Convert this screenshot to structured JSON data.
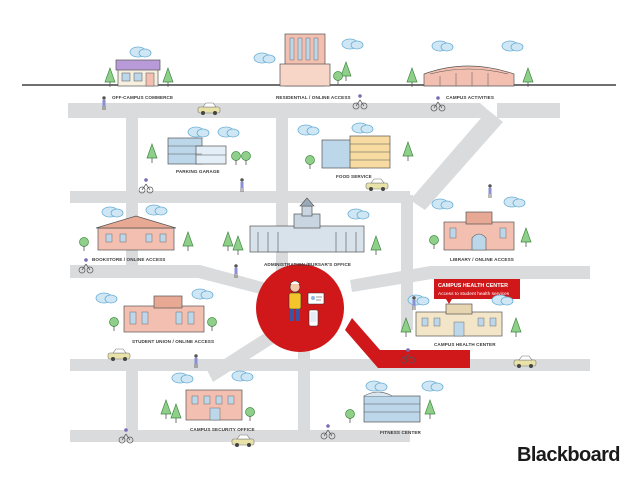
{
  "labels": {
    "off_campus": "OFF-CAMPUS COMMERCE",
    "residential": "RESIDENTIAL / ONLINE ACCESS",
    "activities": "CAMPUS ACTIVITIES",
    "parking": "PARKING GARAGE",
    "food": "FOOD SERVICE",
    "bookstore": "BOOKSTORE / ONLINE ACCESS",
    "admin": "ADMINISTRATION /BURSAR'S OFFICE",
    "library": "LIBRARY / ONLINE ACCESS",
    "union": "STUDENT UNION / ONLINE ACCESS",
    "health": "CAMPUS HEALTH CENTER",
    "security": "CAMPUS SECURITY OFFICE",
    "fitness": "FITNESS CENTER"
  },
  "callout": {
    "title": "CAMPUS HEALTH CENTER",
    "subtitle": "Access to student health services"
  },
  "brand": "Blackboard",
  "colors": {
    "accent": "#d0181b",
    "road": "#d9dbdd",
    "cloud": "#cfe7f4",
    "tree": "#8fcf8a",
    "building_pink": "#f3bfb0",
    "building_blue": "#bcd6ea"
  }
}
